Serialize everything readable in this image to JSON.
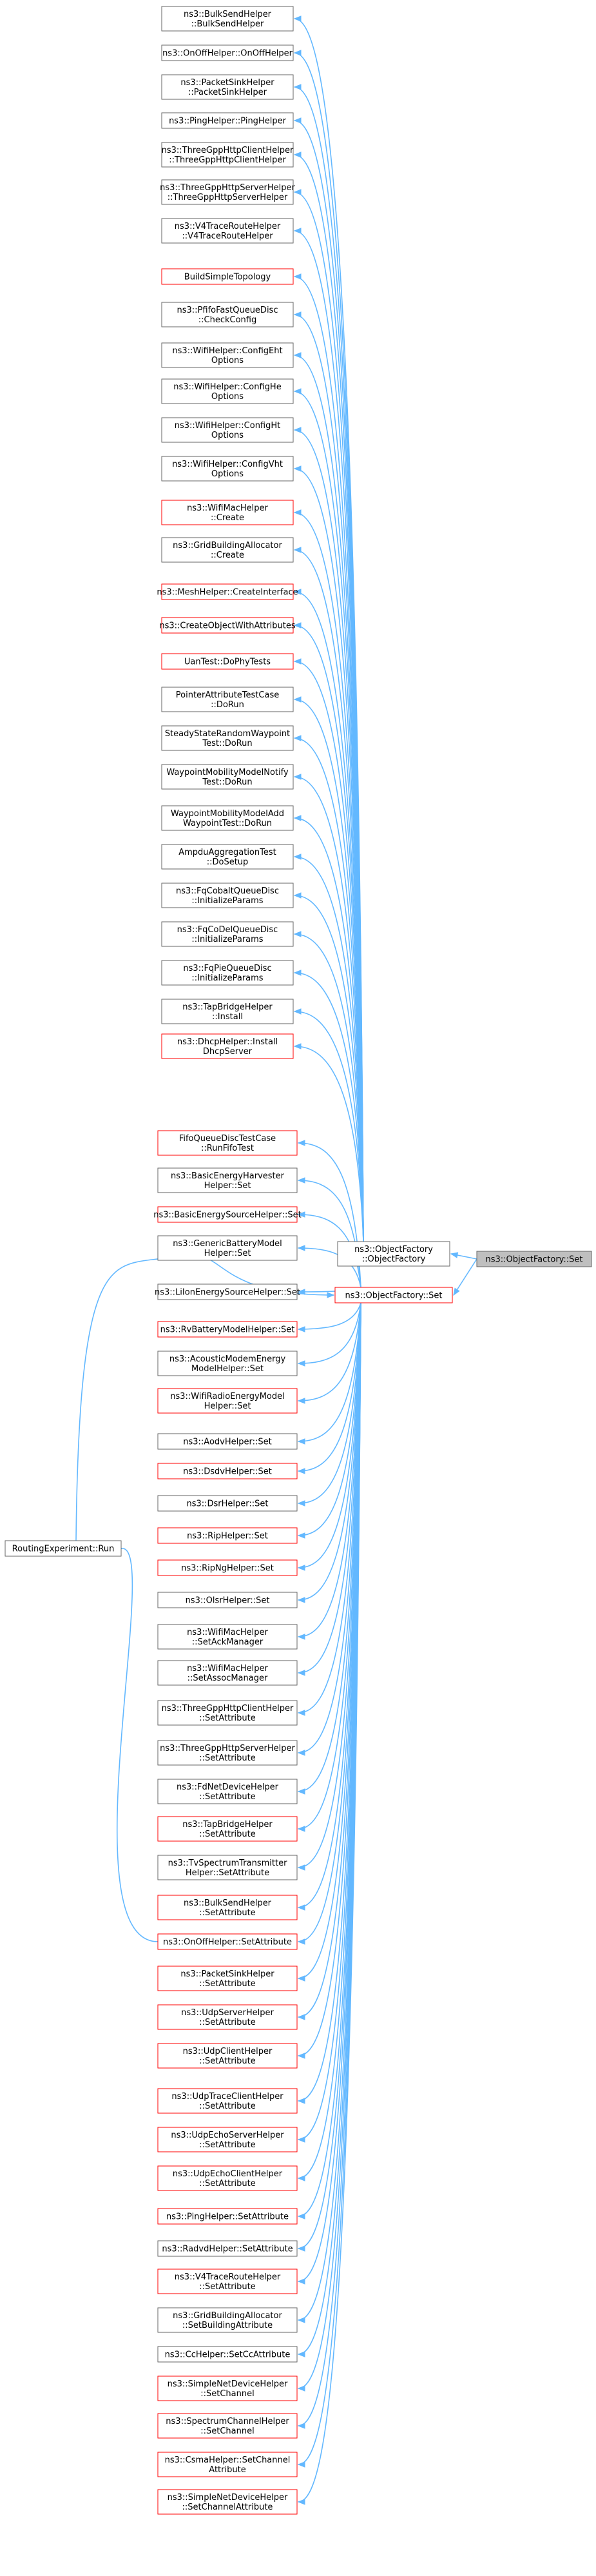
{
  "colors": {
    "edge": "#63b8ff",
    "normal_border": "#666666",
    "incomplete_border": "#ff0000",
    "root_fill": "#bfbfbf",
    "node_fill": "#ffffff"
  },
  "root": {
    "label": [
      "ns3::ObjectFactory::Set"
    ]
  },
  "object_factory_ctor": {
    "label": [
      "ns3::ObjectFactory",
      "::ObjectFactory"
    ]
  },
  "set_template": {
    "label": [
      "ns3::ObjectFactory::Set"
    ]
  },
  "on_off_set_attribute": {
    "label": [
      "ns3::OnOffHelper::SetAttribute"
    ]
  },
  "routing_experiment": {
    "label": [
      "RoutingExperiment::Run"
    ]
  },
  "ctor_callers": [
    {
      "label": [
        "ns3::BulkSendHelper",
        "::BulkSendHelper"
      ],
      "incomplete": false
    },
    {
      "label": [
        "ns3::OnOffHelper::OnOffHelper"
      ],
      "incomplete": false
    },
    {
      "label": [
        "ns3::PacketSinkHelper",
        "::PacketSinkHelper"
      ],
      "incomplete": false
    },
    {
      "label": [
        "ns3::PingHelper::PingHelper"
      ],
      "incomplete": false
    },
    {
      "label": [
        "ns3::ThreeGppHttpClientHelper",
        "::ThreeGppHttpClientHelper"
      ],
      "incomplete": false
    },
    {
      "label": [
        "ns3::ThreeGppHttpServerHelper",
        "::ThreeGppHttpServerHelper"
      ],
      "incomplete": false
    },
    {
      "label": [
        "ns3::V4TraceRouteHelper",
        "::V4TraceRouteHelper"
      ],
      "incomplete": false
    },
    {
      "label": [
        "BuildSimpleTopology"
      ],
      "incomplete": true
    },
    {
      "label": [
        "ns3::PfifoFastQueueDisc",
        "::CheckConfig"
      ],
      "incomplete": false
    },
    {
      "label": [
        "ns3::WifiHelper::ConfigEht",
        "Options"
      ],
      "incomplete": false
    },
    {
      "label": [
        "ns3::WifiHelper::ConfigHe",
        "Options"
      ],
      "incomplete": false
    },
    {
      "label": [
        "ns3::WifiHelper::ConfigHt",
        "Options"
      ],
      "incomplete": false
    },
    {
      "label": [
        "ns3::WifiHelper::ConfigVht",
        "Options"
      ],
      "incomplete": false
    },
    {
      "label": [
        "ns3::WifiMacHelper",
        "::Create"
      ],
      "incomplete": true
    },
    {
      "label": [
        "ns3::GridBuildingAllocator",
        "::Create"
      ],
      "incomplete": false
    },
    {
      "label": [
        "ns3::MeshHelper::CreateInterface"
      ],
      "incomplete": true
    },
    {
      "label": [
        "ns3::CreateObjectWithAttributes"
      ],
      "incomplete": true
    },
    {
      "label": [
        "UanTest::DoPhyTests"
      ],
      "incomplete": true
    },
    {
      "label": [
        "PointerAttributeTestCase",
        "::DoRun"
      ],
      "incomplete": false
    },
    {
      "label": [
        "SteadyStateRandomWaypoint",
        "Test::DoRun"
      ],
      "incomplete": false
    },
    {
      "label": [
        "WaypointMobilityModelNotify",
        "Test::DoRun"
      ],
      "incomplete": false
    },
    {
      "label": [
        "WaypointMobilityModelAdd",
        "WaypointTest::DoRun"
      ],
      "incomplete": false
    },
    {
      "label": [
        "AmpduAggregationTest",
        "::DoSetup"
      ],
      "incomplete": false
    },
    {
      "label": [
        "ns3::FqCobaltQueueDisc",
        "::InitializeParams"
      ],
      "incomplete": false
    },
    {
      "label": [
        "ns3::FqCoDelQueueDisc",
        "::InitializeParams"
      ],
      "incomplete": false
    },
    {
      "label": [
        "ns3::FqPieQueueDisc",
        "::InitializeParams"
      ],
      "incomplete": false
    },
    {
      "label": [
        "ns3::TapBridgeHelper",
        "::Install"
      ],
      "incomplete": false
    },
    {
      "label": [
        "ns3::DhcpHelper::Install",
        "DhcpServer"
      ],
      "incomplete": true
    }
  ],
  "set_callers": [
    {
      "label": [
        "FifoQueueDiscTestCase",
        "::RunFifoTest"
      ],
      "incomplete": true
    },
    {
      "label": [
        "ns3::BasicEnergyHarvester",
        "Helper::Set"
      ],
      "incomplete": false
    },
    {
      "label": [
        "ns3::BasicEnergySourceHelper::Set"
      ],
      "incomplete": true
    },
    {
      "label": [
        "ns3::GenericBatteryModel",
        "Helper::Set"
      ],
      "incomplete": false
    },
    {
      "label": [
        "ns3::LiIonEnergySourceHelper::Set"
      ],
      "incomplete": false
    },
    {
      "label": [
        "ns3::RvBatteryModelHelper::Set"
      ],
      "incomplete": true
    },
    {
      "label": [
        "ns3::AcousticModemEnergy",
        "ModelHelper::Set"
      ],
      "incomplete": false
    },
    {
      "label": [
        "ns3::WifiRadioEnergyModel",
        "Helper::Set"
      ],
      "incomplete": true
    },
    {
      "label": [
        "ns3::AodvHelper::Set"
      ],
      "incomplete": false
    },
    {
      "label": [
        "ns3::DsdvHelper::Set"
      ],
      "incomplete": true
    },
    {
      "label": [
        "ns3::DsrHelper::Set"
      ],
      "incomplete": false
    },
    {
      "label": [
        "ns3::RipHelper::Set"
      ],
      "incomplete": true
    },
    {
      "label": [
        "ns3::RipNgHelper::Set"
      ],
      "incomplete": true
    },
    {
      "label": [
        "ns3::OlsrHelper::Set"
      ],
      "incomplete": false
    },
    {
      "label": [
        "ns3::WifiMacHelper",
        "::SetAckManager"
      ],
      "incomplete": false
    },
    {
      "label": [
        "ns3::WifiMacHelper",
        "::SetAssocManager"
      ],
      "incomplete": false
    },
    {
      "label": [
        "ns3::ThreeGppHttpClientHelper",
        "::SetAttribute"
      ],
      "incomplete": false
    },
    {
      "label": [
        "ns3::ThreeGppHttpServerHelper",
        "::SetAttribute"
      ],
      "incomplete": false
    },
    {
      "label": [
        "ns3::FdNetDeviceHelper",
        "::SetAttribute"
      ],
      "incomplete": false
    },
    {
      "label": [
        "ns3::TapBridgeHelper",
        "::SetAttribute"
      ],
      "incomplete": true
    },
    {
      "label": [
        "ns3::TvSpectrumTransmitter",
        "Helper::SetAttribute"
      ],
      "incomplete": false
    },
    {
      "label": [
        "ns3::BulkSendHelper",
        "::SetAttribute"
      ],
      "incomplete": true
    },
    {
      "label": [
        "ns3::OnOffHelper::SetAttribute"
      ],
      "incomplete": true,
      "is_on_off": true
    },
    {
      "label": [
        "ns3::PacketSinkHelper",
        "::SetAttribute"
      ],
      "incomplete": true
    },
    {
      "label": [
        "ns3::UdpServerHelper",
        "::SetAttribute"
      ],
      "incomplete": true
    },
    {
      "label": [
        "ns3::UdpClientHelper",
        "::SetAttribute"
      ],
      "incomplete": true
    },
    {
      "label": [
        "ns3::UdpTraceClientHelper",
        "::SetAttribute"
      ],
      "incomplete": true
    },
    {
      "label": [
        "ns3::UdpEchoServerHelper",
        "::SetAttribute"
      ],
      "incomplete": true
    },
    {
      "label": [
        "ns3::UdpEchoClientHelper",
        "::SetAttribute"
      ],
      "incomplete": true
    },
    {
      "label": [
        "ns3::PingHelper::SetAttribute"
      ],
      "incomplete": true
    },
    {
      "label": [
        "ns3::RadvdHelper::SetAttribute"
      ],
      "incomplete": false
    },
    {
      "label": [
        "ns3::V4TraceRouteHelper",
        "::SetAttribute"
      ],
      "incomplete": true
    },
    {
      "label": [
        "ns3::GridBuildingAllocator",
        "::SetBuildingAttribute"
      ],
      "incomplete": false
    },
    {
      "label": [
        "ns3::CcHelper::SetCcAttribute"
      ],
      "incomplete": false
    },
    {
      "label": [
        "ns3::SimpleNetDeviceHelper",
        "::SetChannel"
      ],
      "incomplete": true
    },
    {
      "label": [
        "ns3::SpectrumChannelHelper",
        "::SetChannel"
      ],
      "incomplete": true
    },
    {
      "label": [
        "ns3::CsmaHelper::SetChannel",
        "Attribute"
      ],
      "incomplete": true
    },
    {
      "label": [
        "ns3::SimpleNetDeviceHelper",
        "::SetChannelAttribute"
      ],
      "incomplete": true
    }
  ]
}
